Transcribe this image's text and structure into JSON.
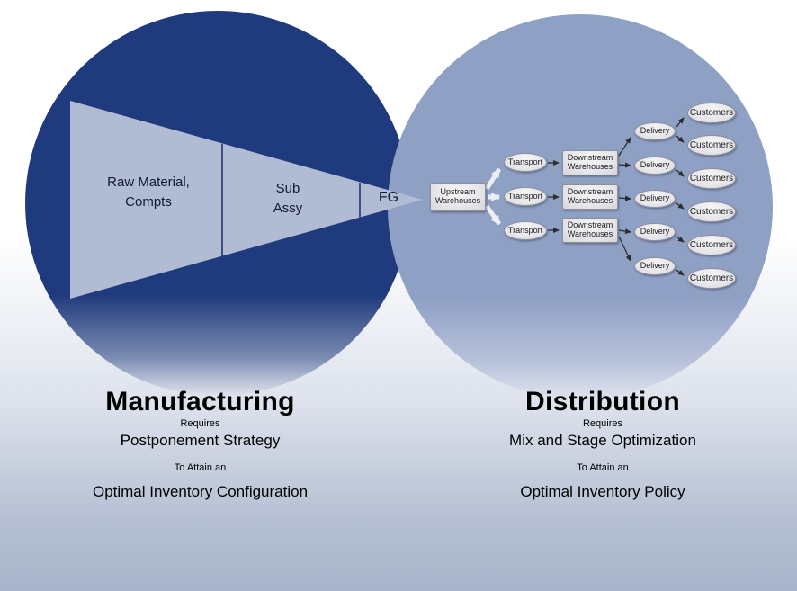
{
  "left_circle": {
    "title": "Manufacturing",
    "requires": "Requires",
    "method": "Postponement Strategy",
    "attain": "To Attain an",
    "outcome": "Optimal Inventory Configuration",
    "funnel": {
      "raw_material": "Raw Material,\nCompts",
      "sub_assembly": "Sub\nAssy",
      "finished_goods": "FG"
    }
  },
  "right_circle": {
    "title": "Distribution",
    "requires": "Requires",
    "method": "Mix and Stage Optimization",
    "attain": "To Attain an",
    "outcome": "Optimal Inventory Policy",
    "network": {
      "upstream": "Upstream\nWarehouses",
      "transports": [
        "Transport",
        "Transport",
        "Transport"
      ],
      "downstream_warehouses": [
        "Downstream\nWarehouses",
        "Downstream\nWarehouses",
        "Downstream\nWarehouses"
      ],
      "deliveries": [
        "Delivery",
        "Delivery",
        "Delivery",
        "Delivery",
        "Delivery"
      ],
      "customers": [
        "Customers",
        "Customers",
        "Customers",
        "Customers",
        "Customers",
        "Customers"
      ]
    }
  },
  "colors": {
    "manufacturing_circle": "#203b7d",
    "distribution_circle": "#8fa0c5",
    "funnel_fill": "#b1bcd4",
    "funnel_divider": "#1a2f66",
    "node_fill": "#ececf0",
    "arrow_dark": "#2b2b2b",
    "arrow_light": "#eceef4",
    "background_bottom": "#a8b3ca"
  }
}
